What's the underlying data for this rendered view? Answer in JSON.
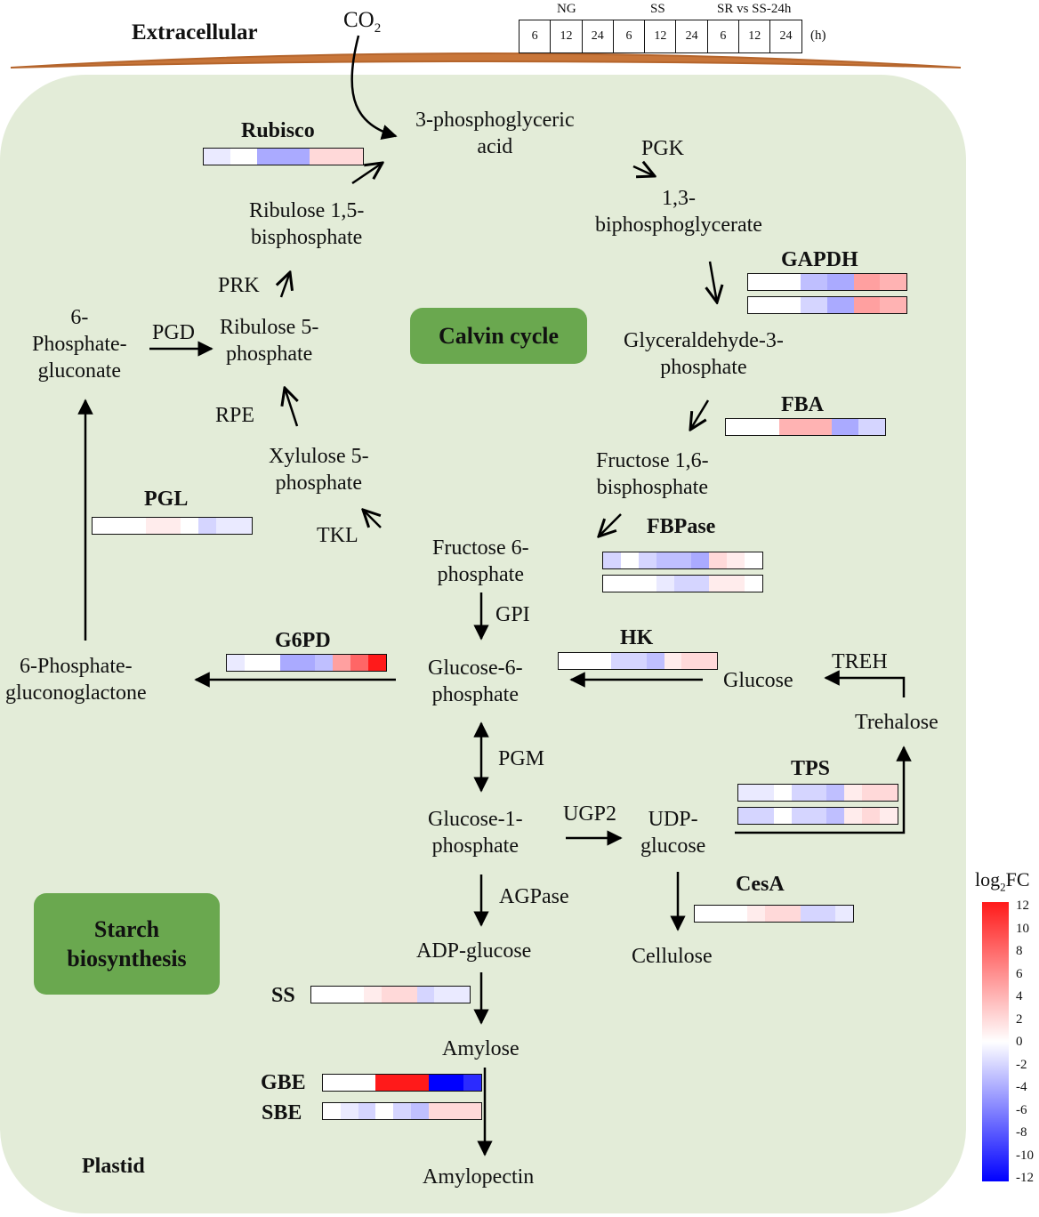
{
  "labels": {
    "extracellular": "Extracellular",
    "co2": "CO",
    "co2_sub": "2",
    "plastid": "Plastid",
    "calvin_cycle": "Calvin cycle",
    "starch_biosynthesis_1": "Starch",
    "starch_biosynthesis_2": "biosynthesis"
  },
  "timeline": {
    "groups": [
      "NG",
      "SS",
      "SR vs SS-24h"
    ],
    "hours": [
      "6",
      "12",
      "24",
      "6",
      "12",
      "24",
      "6",
      "12",
      "24"
    ],
    "unit": "(h)"
  },
  "metabolites": {
    "pga_1": "3-phosphoglyceric",
    "pga_2": "acid",
    "bpg_1": "1,3-",
    "bpg_2": "biphosphoglycerate",
    "g3p_1": "Glyceraldehyde-3-",
    "g3p_2": "phosphate",
    "fbp_1": "Fructose 1,6-",
    "fbp_2": "bisphosphate",
    "f6p_1": "Fructose 6-",
    "f6p_2": "phosphate",
    "g6p_1": "Glucose-6-",
    "g6p_2": "phosphate",
    "g1p_1": "Glucose-1-",
    "g1p_2": "phosphate",
    "adpg": "ADP-glucose",
    "amylose": "Amylose",
    "amylopectin": "Amylopectin",
    "udpg_1": "UDP-",
    "udpg_2": "glucose",
    "cellulose": "Cellulose",
    "glucose": "Glucose",
    "trehalose": "Trehalose",
    "rubp_1": "Ribulose 1,5-",
    "rubp_2": "bisphosphate",
    "ru5p_1": "Ribulose 5-",
    "ru5p_2": "phosphate",
    "xu5p_1": "Xylulose 5-",
    "xu5p_2": "phosphate",
    "pgn_1": "6-",
    "pgn_2": "Phosphate-",
    "pgn_3": "gluconate",
    "pgl_1": "6-Phosphate-",
    "pgl_2": "gluconoglactone"
  },
  "enzymes": {
    "pgk": "PGK",
    "prk": "PRK",
    "pgd": "PGD",
    "rpe": "RPE",
    "tkl": "TKL",
    "gpi": "GPI",
    "pgm": "PGM",
    "ugp2": "UGP2",
    "agpase": "AGPase",
    "treh": "TREH"
  },
  "heatmap_genes": {
    "rubisco": "Rubisco",
    "gapdh": "GAPDH",
    "fba": "FBA",
    "fbpase": "FBPase",
    "pgl": "PGL",
    "g6pd": "G6PD",
    "hk": "HK",
    "tps": "TPS",
    "cesa": "CesA",
    "ss": "SS",
    "gbe": "GBE",
    "sbe": "SBE"
  },
  "heatmaps": {
    "rubisco": [
      [
        -1,
        0,
        -4,
        -4,
        2,
        2
      ]
    ],
    "gapdh": [
      [
        0,
        0,
        -3,
        -4,
        5,
        4
      ],
      [
        0,
        0,
        -2,
        -4,
        5,
        4
      ]
    ],
    "fba": [
      [
        0,
        0,
        4,
        4,
        -4,
        -2
      ]
    ],
    "fbpase": [
      [
        -2,
        0,
        -2,
        -3,
        -3,
        -4,
        2,
        1,
        0
      ],
      [
        0,
        0,
        0,
        -1,
        -2,
        -2,
        1,
        1,
        0
      ]
    ],
    "pgl": [
      [
        0,
        0,
        0,
        1,
        1,
        0,
        -2,
        -1,
        -1
      ]
    ],
    "g6pd": [
      [
        -1,
        0,
        0,
        -4,
        -4,
        -3,
        5,
        8,
        12
      ]
    ],
    "hk": [
      [
        0,
        0,
        0,
        -2,
        -2,
        -3,
        1,
        2,
        2
      ]
    ],
    "tps": [
      [
        -1,
        -1,
        0,
        -2,
        -2,
        -3,
        1,
        2,
        2
      ],
      [
        -2,
        -2,
        0,
        -2,
        -2,
        -3,
        1,
        2,
        1
      ]
    ],
    "cesa": [
      [
        0,
        0,
        0,
        1,
        2,
        2,
        -2,
        -2,
        -1
      ]
    ],
    "ss": [
      [
        0,
        0,
        0,
        1,
        2,
        2,
        -2,
        -1,
        -1
      ]
    ],
    "gbe": [
      [
        0,
        0,
        0,
        12,
        12,
        12,
        -12,
        -12,
        -10
      ]
    ],
    "sbe": [
      [
        0,
        -1,
        -2,
        0,
        -2,
        -3,
        2,
        2,
        2
      ]
    ]
  },
  "legend": {
    "title": "log",
    "title_sub": "2",
    "title_suffix": "FC",
    "ticks": [
      "12",
      "10",
      "8",
      "6",
      "4",
      "2",
      "0",
      "-2",
      "-4",
      "-6",
      "-8",
      "-10",
      "-12"
    ],
    "max_color": "#ff1a1a",
    "mid_color": "#ffffff",
    "min_color": "#0000ff"
  },
  "colors": {
    "plastid_fill": "#e3ecd8",
    "membrane": "#c8763a",
    "badge": "#6aa84f"
  }
}
